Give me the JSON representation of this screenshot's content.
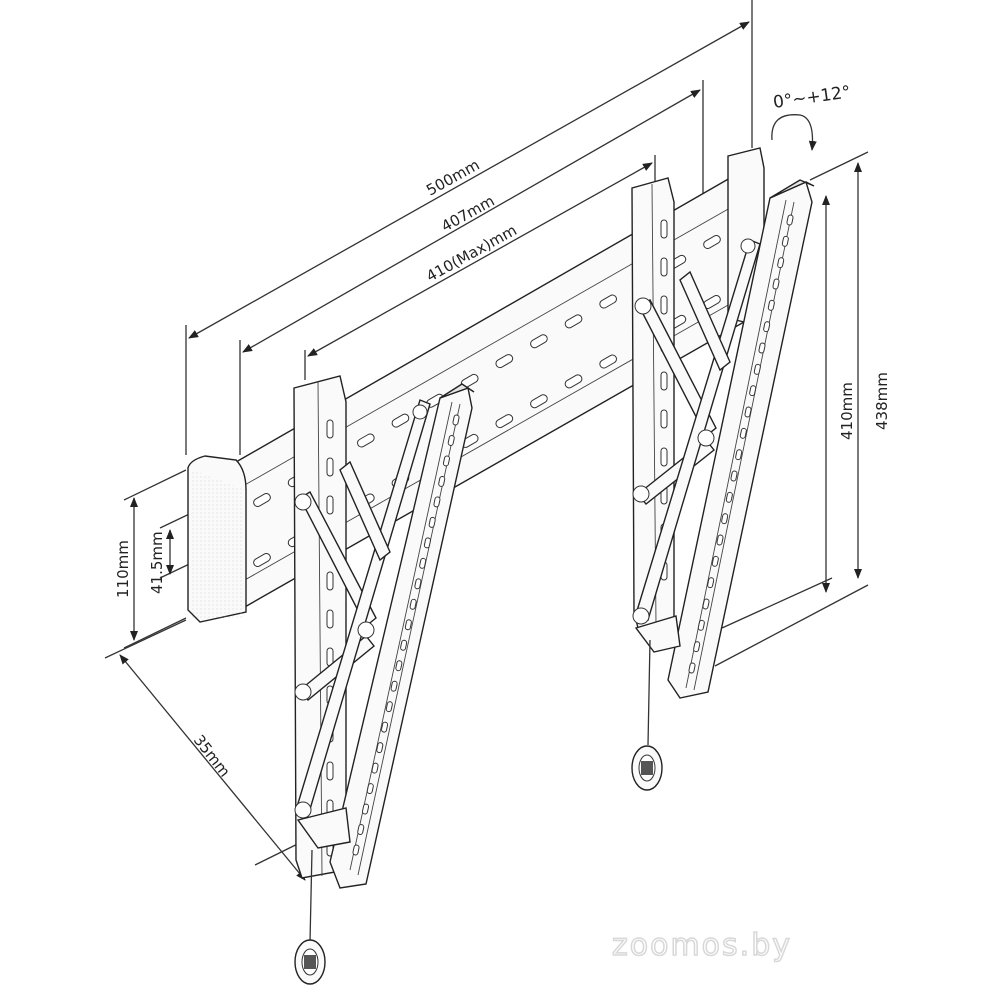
{
  "dimensions": {
    "width_outer": "500mm",
    "width_vesa": "407mm",
    "width_max": "410(Max)mm",
    "tilt": "0°~+12°",
    "height_bracket": "410mm",
    "height_total": "438mm",
    "plate_height": "110mm",
    "slot_height": "41.5mm",
    "depth": "35mm"
  },
  "watermark": "zoomos.by",
  "colors": {
    "line": "#222222",
    "fill": "#fafafa",
    "watermark": "#d8d8d8"
  }
}
